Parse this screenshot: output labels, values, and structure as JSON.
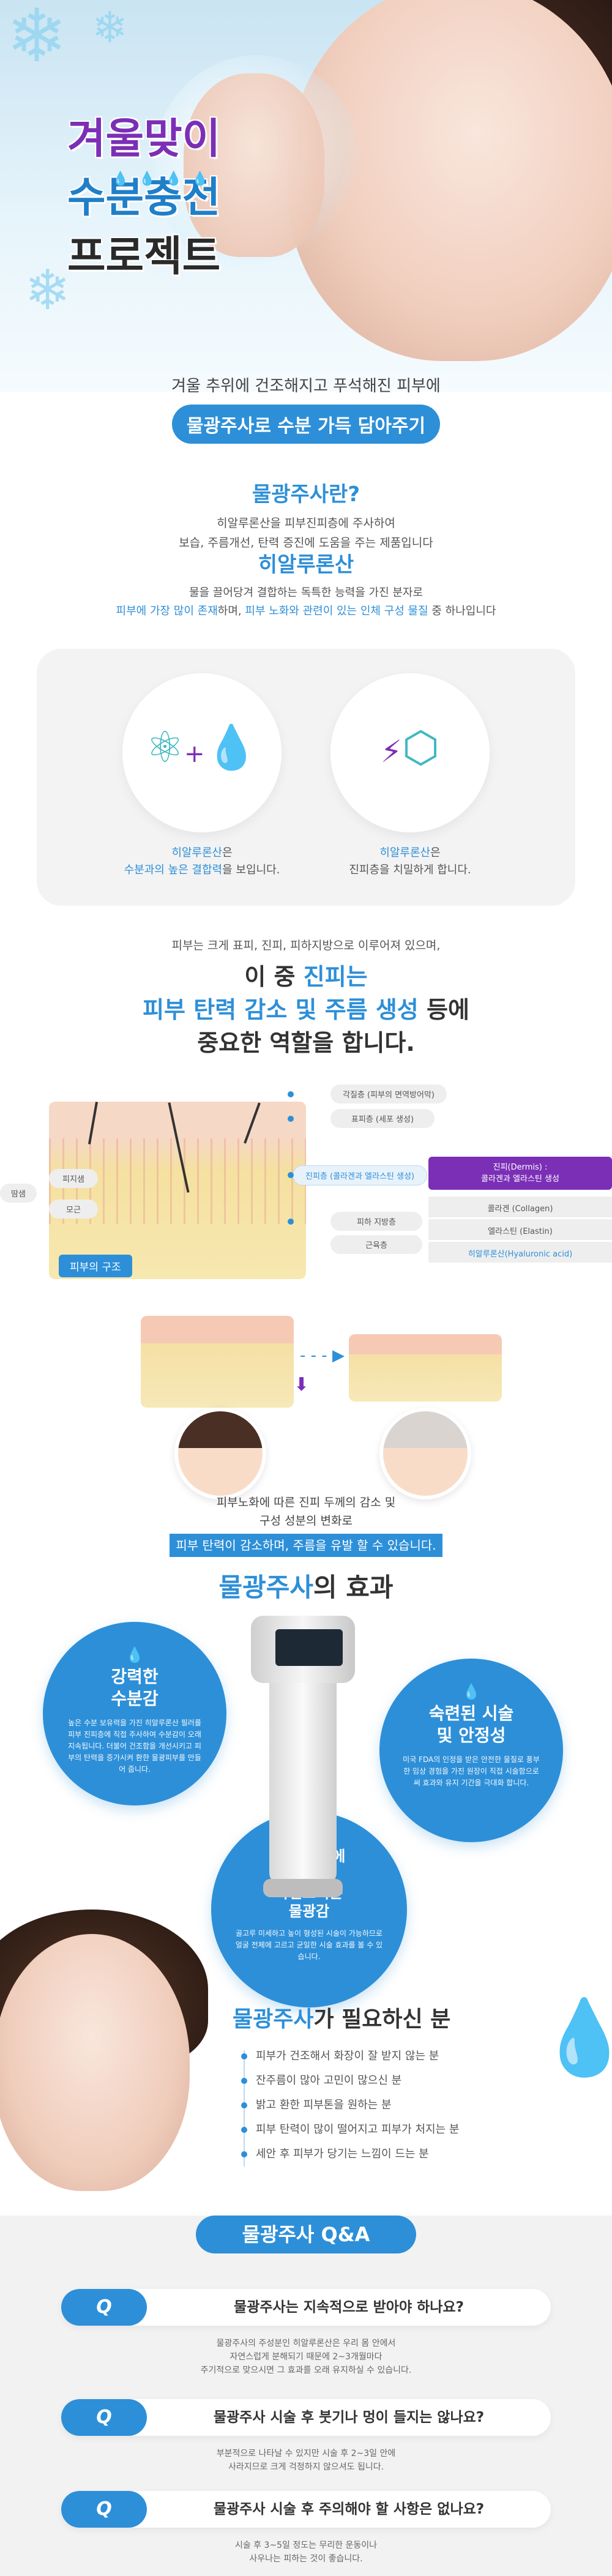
{
  "hero": {
    "title_line1": "겨울맞이",
    "title_line2": "수분충전",
    "title_line3": "프로젝트"
  },
  "intro": {
    "line1": "겨울 추위에 건조해지고 푸석해진 피부에",
    "line2": "물광주사로 수분 가득 담아주기"
  },
  "what_is": {
    "title": "물광주사란?",
    "desc1": "히알루론산을 피부진피층에 주사하여",
    "desc2": "보습, 주름개선, 탄력 증진에 도움을 주는 제품입니다"
  },
  "ha": {
    "title": "히알루론산",
    "desc1": "물을 끌어당겨 결합하는 독특한 능력을 가진 분자로",
    "desc2_a": "피부에 가장 많이 존재",
    "desc2_b": "하며, ",
    "desc2_c": "피부 노화와 관련이 있는 인체 구성 물질",
    "desc2_d": " 중 하나입니다",
    "card_left_a": "히알루론산",
    "card_left_b": "은",
    "card_left_c": "수분과의 높은 결합력",
    "card_left_d": "을 보입니다.",
    "card_right_a": "히알루론산",
    "card_right_b": "은",
    "card_right_c": "진피층을 치밀하게 합니다."
  },
  "skin": {
    "intro": "피부는 크게 표피, 진피, 피하지방으로 이루어져 있으며,",
    "big_line1_a": "이 중 ",
    "big_line1_b": "진피는",
    "big_line2_a": "피부 탄력 감소 및 주름 생성",
    "big_line2_b": " 등에",
    "big_line3": "중요한 역할을 합니다.",
    "label": "피부의 구조",
    "pills": {
      "stratum": "각질층 (피부의 면역방어막)",
      "epidermis": "표피층 (세포 생성)",
      "dermis": "진피층 (콜라겐과 엘라스틴 생성)",
      "fat": "피하 지방층",
      "muscle": "근육층",
      "sebaceous": "피지샘",
      "pore": "모근",
      "sweat": "땀샘"
    },
    "dermis_box_line1": "진피(Dermis) :",
    "dermis_box_line2": "콜라겐과 엘라스틴 생성",
    "collagen": "콜라겐 (Collagen)",
    "elastin": "엘라스틴 (Elastin)",
    "hyaluronic": "히알루론산(Hyaluronic acid)"
  },
  "aging": {
    "line1": "피부노화에 따른 진피 두께의 감소 및",
    "line2": "구성 성분의 변화로",
    "highlight": "피부 탄력이 감소하며, 주름을 유발 할 수 있습니다."
  },
  "effect": {
    "title_a": "물광주사",
    "title_b": "의 효과",
    "c1_title": "강력한\n수분감",
    "c1_desc": "높은 수분 보유력을 가진 히알루론산 필러를 피부 진피층에 직접 주사하여 수분감이 오래 지속됩니다. 더불어 건조함을 개선시키고 피부의 탄력을 증가시켜 환한 물광피부를 만들어 줍니다.",
    "c2_title": "숙련된 시술\n및 안정성",
    "c2_desc": "미국 FDA의 인정을 받은 안전한 물질로 풍부한 임상 경험을 가진 원장이 직접 시술함으로써 효과와 유지 기간을 극대화 합니다.",
    "c3_title": "얼굴 전체에\n나타나는\n자연스러운\n물광감",
    "c3_desc": "골고루 미세하고 높이 형성된 시술이 가능하므로 얼굴 전체에 고르고 균일한 시술 효과를 볼 수 있습니다."
  },
  "need": {
    "title_a": "물광주사",
    "title_b": "가 필요하신 분",
    "items": [
      "피부가 건조해서 화장이 잘 받지 않는 분",
      "잔주름이 많아 고민이 많으신 분",
      "밝고 환한 피부톤을 원하는 분",
      "피부 탄력이 많이 떨어지고 피부가 처지는 분",
      "세안 후 피부가 당기는 느낌이 드는 분"
    ]
  },
  "qa": {
    "title": "물광주사 Q&A",
    "badge": "Q",
    "items": [
      {
        "q": "물광주사는 지속적으로 받아야 하나요?",
        "a1": "물광주사의 주성분인 히알루론산은 우리 몸 안에서",
        "a2": "자연스럽게 분해되기 때문에 2~3개월마다",
        "a3": "주기적으로 맞으시면 그 효과를 오래 유지하실 수 있습니다."
      },
      {
        "q": "물광주사 시술 후 붓기나 멍이 들지는 않나요?",
        "a1": "부분적으로 나타날 수 있지만 시술 후 2~3일 안에",
        "a2": "사라지므로 크게 걱정하지 않으셔도 됩니다.",
        "a3": ""
      },
      {
        "q": "물광주사 시술 후 주의해야 할 사항은 없나요?",
        "a1": "시술 후 3~5일 정도는 무리한 운동이나",
        "a2": "사우나는 피하는 것이 좋습니다.",
        "a3": ""
      }
    ]
  }
}
